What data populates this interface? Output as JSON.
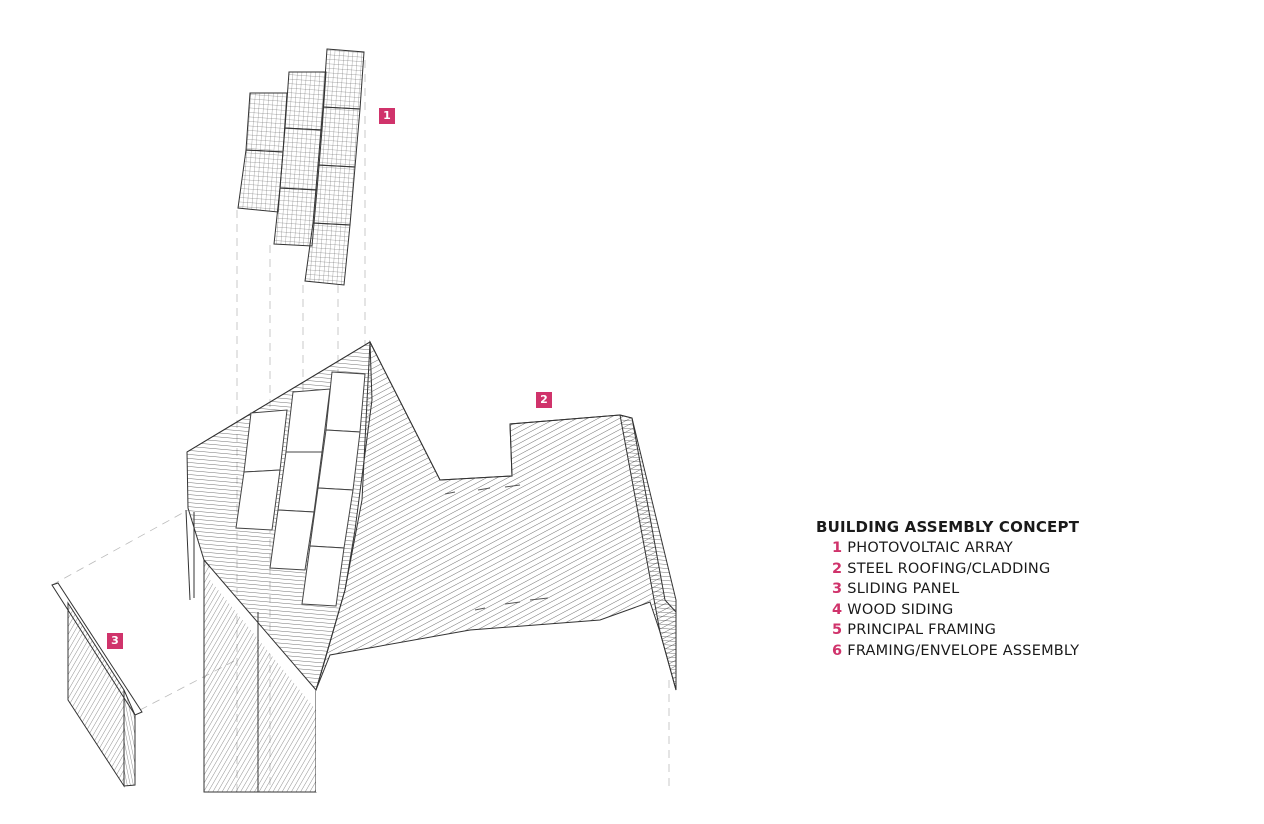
{
  "colors": {
    "accent": "#d0336b",
    "ink": "#222222",
    "background": "#ffffff"
  },
  "tags": [
    {
      "id": "tag-1",
      "number": "1"
    },
    {
      "id": "tag-2",
      "number": "2"
    },
    {
      "id": "tag-3",
      "number": "3"
    }
  ],
  "legend": {
    "title": "BUILDING ASSEMBLY CONCEPT",
    "items": [
      {
        "number": "1",
        "label": "PHOTOVOLTAIC ARRAY"
      },
      {
        "number": "2",
        "label": "STEEL ROOFING/CLADDING"
      },
      {
        "number": "3",
        "label": "SLIDING PANEL"
      },
      {
        "number": "4",
        "label": "WOOD SIDING"
      },
      {
        "number": "5",
        "label": "PRINCIPAL FRAMING"
      },
      {
        "number": "6",
        "label": "FRAMING/ENVELOPE ASSEMBLY"
      }
    ]
  }
}
